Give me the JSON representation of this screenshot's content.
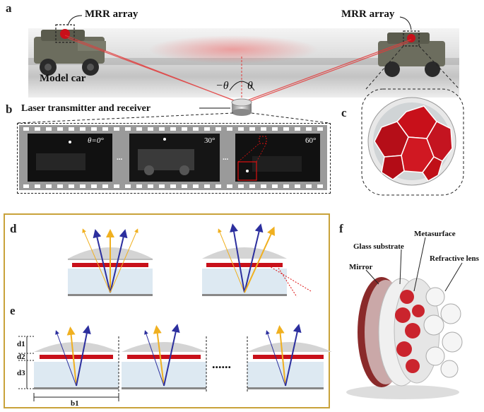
{
  "panels": {
    "a": "a",
    "b": "b",
    "c": "c",
    "d": "d",
    "e": "e",
    "f": "f"
  },
  "panel_a": {
    "mrr_left": "MRR array",
    "mrr_right": "MRR array",
    "model_car": "Model car",
    "neg_theta": "−θ",
    "theta": "θ"
  },
  "panel_b": {
    "title": "Laser transmitter and receiver",
    "frames": [
      "θ=0°",
      "30°",
      "60°"
    ],
    "ellipsis": "..."
  },
  "panel_e": {
    "d1": "d1",
    "d2": "d2",
    "d3": "d3",
    "b1": "b1",
    "dots": "......"
  },
  "panel_f": {
    "metasurface": "Metasurface",
    "glass_substrate": "Glass substrate",
    "mirror": "Mirror",
    "refractive_lens": "Refractive lens"
  },
  "colors": {
    "laser": "#e23a3a",
    "meta_red": "#c8101a",
    "gold_frame": "#c9a23a",
    "arrow_blue": "#2c2f9e",
    "arrow_yellow": "#f0b020",
    "substrate_blue": "#dde9f2"
  }
}
